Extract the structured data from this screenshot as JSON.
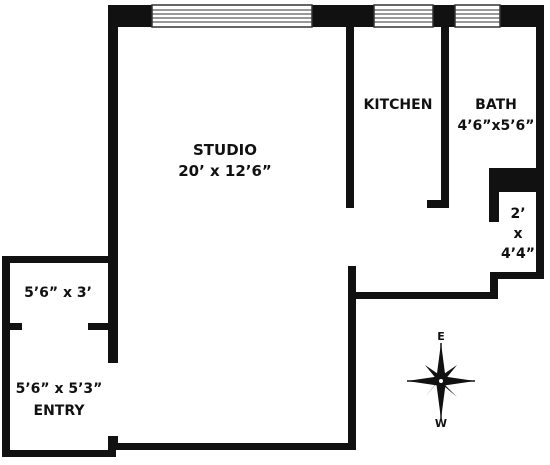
{
  "rooms": {
    "studio": {
      "name": "STUDIO",
      "dims": "20’ x 12’6”"
    },
    "kitchen": {
      "name": "KITCHEN"
    },
    "bath": {
      "name": "BATH",
      "dims": "4’6”x5’6”"
    },
    "closet": {
      "w": "2’",
      "x": "x",
      "h": "4’4”"
    },
    "foyer": {
      "dims": "5’6” x 3’"
    },
    "entry": {
      "dims": "5’6” x 5’3”",
      "name": "ENTRY"
    }
  },
  "compass": {
    "top": "E",
    "bottom": "W"
  },
  "colors": {
    "wall": "#111111",
    "window_frame": "#333333",
    "background": "#ffffff"
  }
}
